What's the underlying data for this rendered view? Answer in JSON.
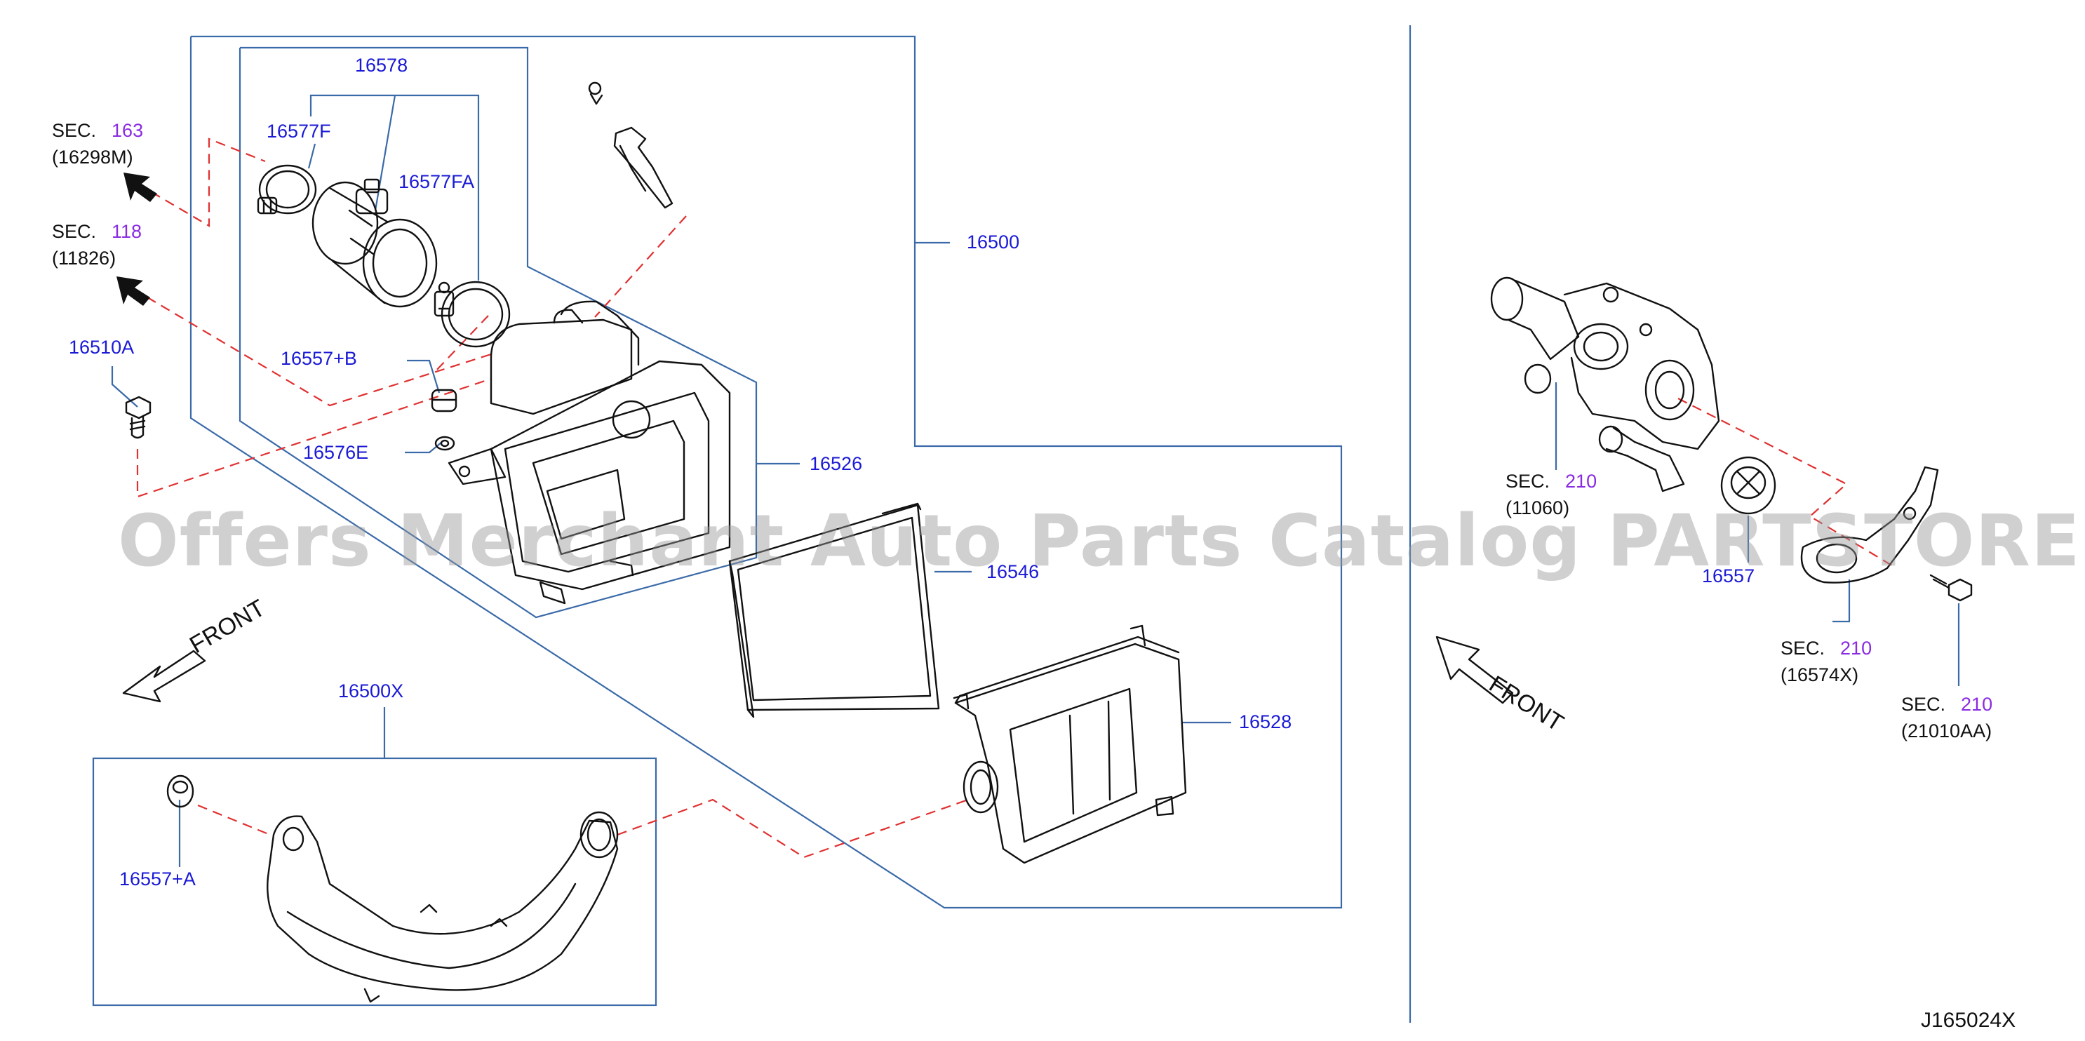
{
  "diagram_code": "J165024X",
  "watermark": "Offers Merchant Auto Parts Catalog PARTSTORE SA",
  "front_label": "FRONT",
  "colors": {
    "label": "#1a1ad6",
    "sec_number": "#8a2be2",
    "group_line": "#3a6aa8",
    "leader_dash": "#e03030"
  },
  "parts": {
    "p16578": "16578",
    "p16577F": "16577F",
    "p16577FA": "16577FA",
    "p16500": "16500",
    "p16510A": "16510A",
    "p16557B": "16557+B",
    "p16576E": "16576E",
    "p16526": "16526",
    "p16546": "16546",
    "p16528": "16528",
    "p16500X": "16500X",
    "p16557A": "16557+A",
    "p16557": "16557"
  },
  "sections": [
    {
      "prefix": "SEC.",
      "number": "163",
      "ref": "(16298M)"
    },
    {
      "prefix": "SEC.",
      "number": "118",
      "ref": "(11826)"
    },
    {
      "prefix": "SEC.",
      "number": "210",
      "ref": "(11060)"
    },
    {
      "prefix": "SEC.",
      "number": "210",
      "ref": "(16574X)"
    },
    {
      "prefix": "SEC.",
      "number": "210",
      "ref": "(21010AA)"
    }
  ]
}
